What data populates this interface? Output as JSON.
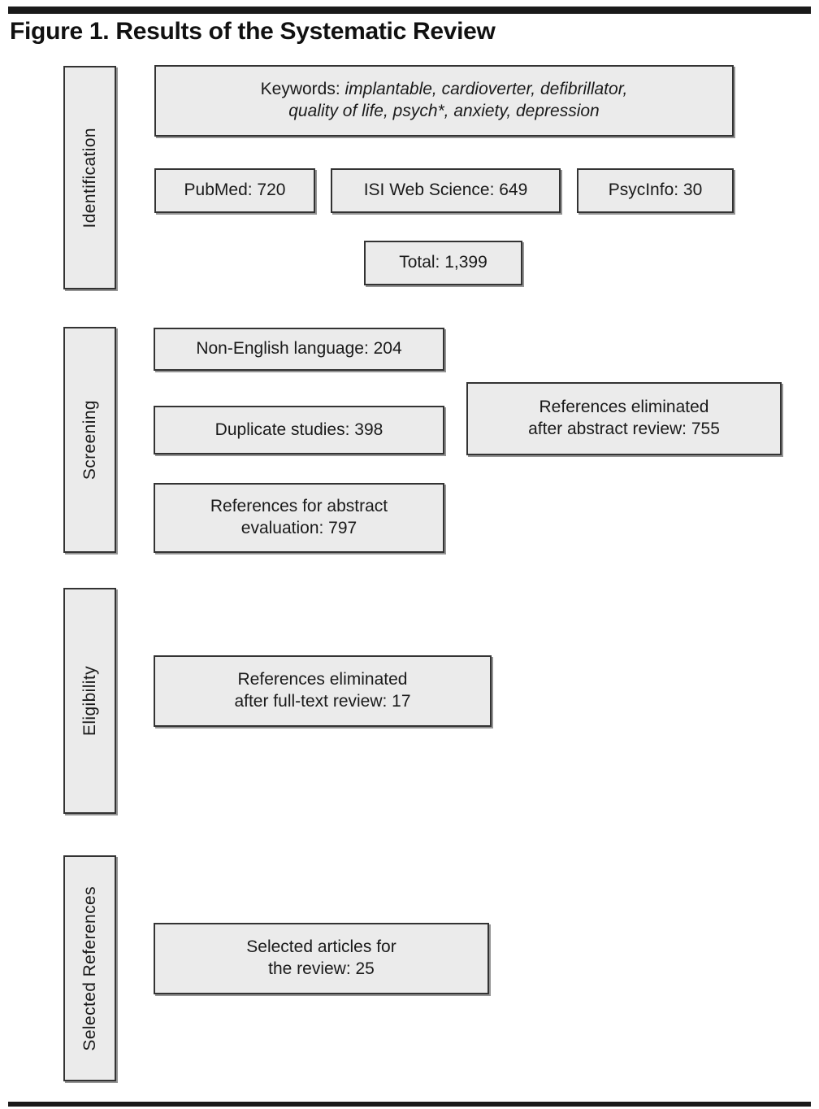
{
  "figure": {
    "title": "Figure 1.  Results of the Systematic Review",
    "box_fill": "#ebebeb",
    "box_border": "#333333",
    "rule_color": "#1a1a1a"
  },
  "stages": [
    {
      "id": "identification",
      "label": "Identification"
    },
    {
      "id": "screening",
      "label": "Screening"
    },
    {
      "id": "eligibility",
      "label": "Eligibility"
    },
    {
      "id": "selected-references",
      "label": "Selected References"
    }
  ],
  "keywords_box": {
    "prefix": "Keywords: ",
    "line1_terms": "implantable, cardioverter, defibrillator,",
    "line2_terms": "quality of life, psych*, anxiety, depression"
  },
  "sources": [
    {
      "id": "pubmed",
      "label": "PubMed: 720",
      "name": "PubMed",
      "count": 720
    },
    {
      "id": "isi",
      "label": "ISI Web Science: 649",
      "name": "ISI Web Science",
      "count": 649
    },
    {
      "id": "psycinfo",
      "label": "PsycInfo: 30",
      "name": "PsycInfo",
      "count": 30
    }
  ],
  "total_box": {
    "label": "Total: 1,399",
    "count": 1399
  },
  "screening_boxes": [
    {
      "id": "non-english",
      "line1": "Non-English language: 204",
      "line2": "",
      "count": 204
    },
    {
      "id": "duplicates",
      "line1": "Duplicate studies: 398",
      "line2": "",
      "count": 398
    },
    {
      "id": "abstract-evaluation",
      "line1": "References for abstract",
      "line2": "evaluation: 797",
      "count": 797
    }
  ],
  "abstract_excluded_box": {
    "line1": "References eliminated",
    "line2": "after abstract review: 755",
    "count": 755
  },
  "fulltext_excluded_box": {
    "line1": "References eliminated",
    "line2": "after full-text review: 17",
    "count": 17
  },
  "selected_box": {
    "line1": "Selected articles for",
    "line2": "the review: 25",
    "count": 25
  },
  "chart_data": {
    "type": "table",
    "title": "Figure 1.  Results of the Systematic Review",
    "stages": [
      "Identification",
      "Screening",
      "Eligibility",
      "Selected References"
    ],
    "records": [
      {
        "stage": "Identification",
        "item": "PubMed",
        "value": 720
      },
      {
        "stage": "Identification",
        "item": "ISI Web Science",
        "value": 649
      },
      {
        "stage": "Identification",
        "item": "PsycInfo",
        "value": 30
      },
      {
        "stage": "Identification",
        "item": "Total",
        "value": 1399
      },
      {
        "stage": "Screening",
        "item": "Non-English language",
        "value": 204
      },
      {
        "stage": "Screening",
        "item": "Duplicate studies",
        "value": 398
      },
      {
        "stage": "Screening",
        "item": "References for abstract evaluation",
        "value": 797
      },
      {
        "stage": "Screening",
        "item": "References eliminated after abstract review",
        "value": 755
      },
      {
        "stage": "Eligibility",
        "item": "References eliminated after full-text review",
        "value": 17
      },
      {
        "stage": "Selected References",
        "item": "Selected articles for the review",
        "value": 25
      }
    ]
  }
}
